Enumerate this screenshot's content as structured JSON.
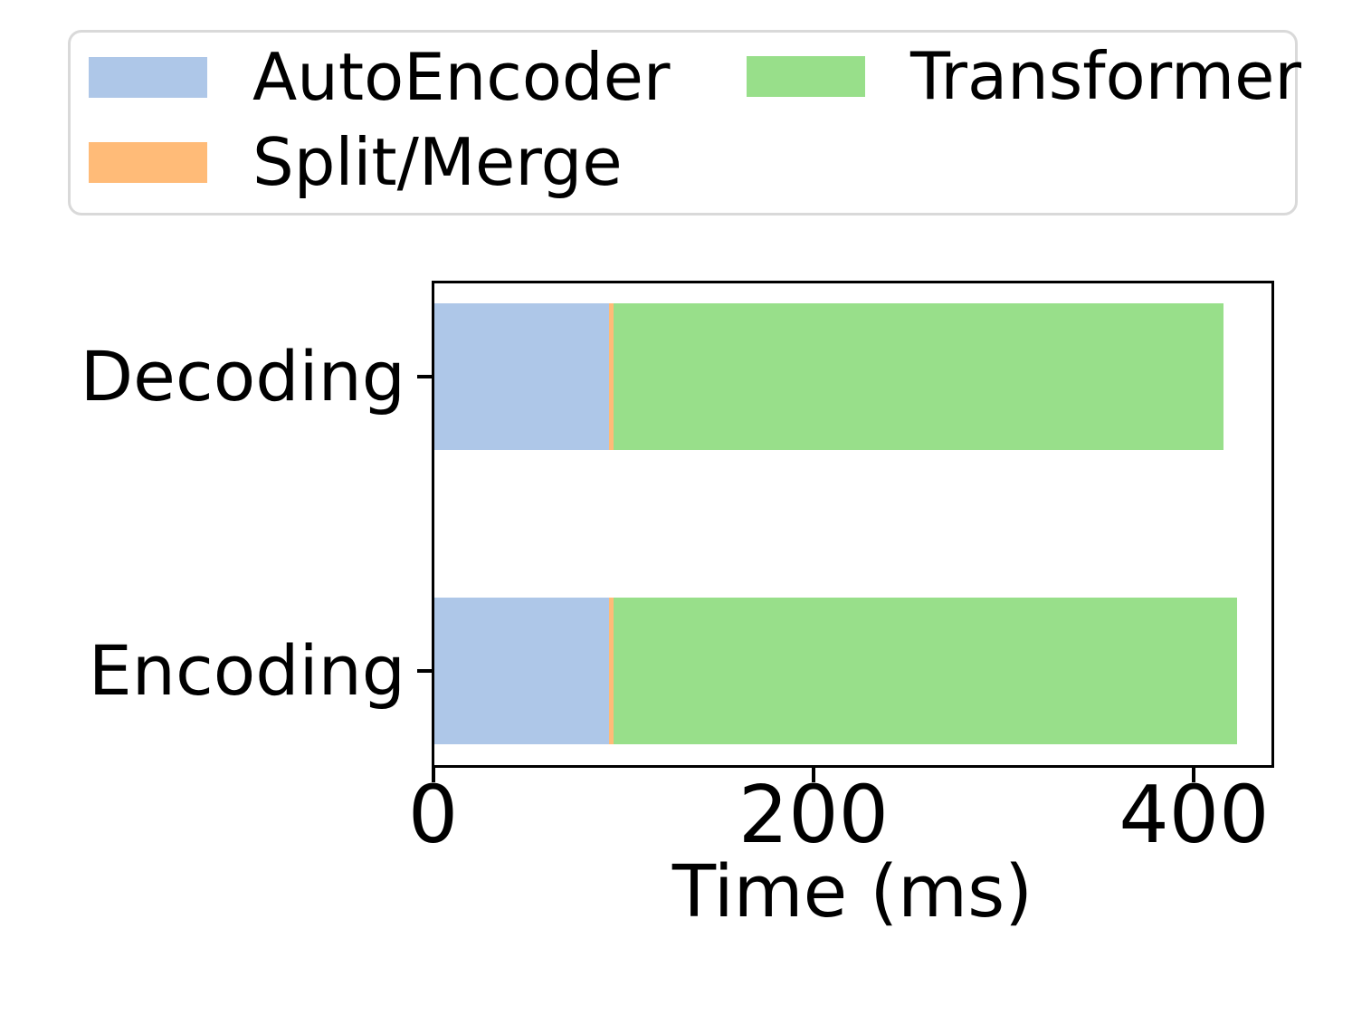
{
  "chart_data": {
    "type": "bar",
    "orientation": "horizontal",
    "stacked": true,
    "title": "",
    "xlabel": "Time (ms)",
    "ylabel": "",
    "categories": [
      "Decoding",
      "Encoding"
    ],
    "series": [
      {
        "name": "AutoEncoder",
        "color": "#aec7e8",
        "values": [
          92,
          92
        ]
      },
      {
        "name": "Split/Merge",
        "color": "#ffbb78",
        "values": [
          2,
          2
        ]
      },
      {
        "name": "Transformer",
        "color": "#98df8a",
        "values": [
          321,
          328
        ]
      }
    ],
    "xlim": [
      0,
      440
    ],
    "xticks": [
      0,
      200,
      400
    ],
    "xtick_labels": [
      "0",
      "200",
      "400"
    ],
    "grid": false,
    "legend": {
      "position": "upper left, outside plot",
      "columns": 2,
      "border_color": "#d9d9d9"
    },
    "colors": {
      "background": "#ffffff",
      "spine": "#000000",
      "text": "#000000"
    }
  }
}
